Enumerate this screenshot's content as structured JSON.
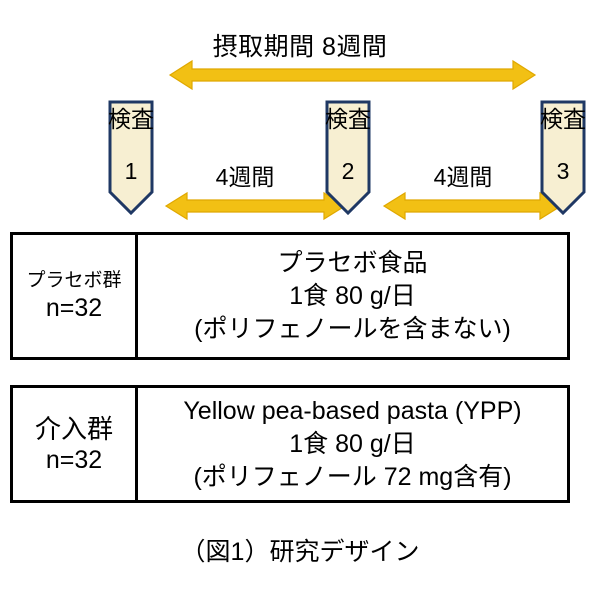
{
  "figure": {
    "period": {
      "label": "摂取期間 8週間"
    },
    "markers": [
      {
        "name": "検査",
        "number": "1"
      },
      {
        "name": "検査",
        "number": "2"
      },
      {
        "name": "検査",
        "number": "3"
      }
    ],
    "intervals": [
      {
        "label": "4週間"
      },
      {
        "label": "4週間"
      }
    ],
    "groups": [
      {
        "name": "プラセボ群",
        "n": "n=32",
        "lines": [
          "プラセボ食品",
          "1食 80 g/日",
          "(ポリフェノールを含まない)"
        ]
      },
      {
        "name": "介入群",
        "n": "n=32",
        "lines": [
          "Yellow pea-based pasta (YPP)",
          "1食 80 g/日",
          "(ポリフェノール 72 mg含有)"
        ]
      }
    ],
    "caption": "（図1）研究デザイン",
    "colors": {
      "arrow": "#F2C014",
      "arrow_edge": "#E0A800",
      "marker_fill": "#F7EFD2",
      "marker_border": "#1F3864",
      "box_border": "#000000",
      "text": "#000000",
      "background": "#FFFFFF"
    }
  }
}
